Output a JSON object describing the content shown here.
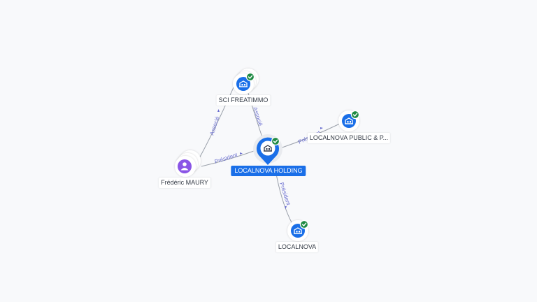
{
  "nodes": {
    "sci": {
      "label": "SCI FREATIMMO",
      "type": "company",
      "verified": true
    },
    "holding": {
      "label": "LOCALNOVA HOLDING",
      "type": "company",
      "verified": true,
      "selected": true
    },
    "public": {
      "label": "LOCALNOVA PUBLIC & P...",
      "type": "company",
      "verified": true
    },
    "frederic": {
      "label": "Frédéric MAURY",
      "type": "person",
      "verified": false
    },
    "localnova": {
      "label": "LOCALNOVA",
      "type": "company",
      "verified": true
    }
  },
  "edges": {
    "frederic_sci": {
      "label": "Associé"
    },
    "sci_holding": {
      "label": "Associé"
    },
    "frederic_holding": {
      "label": "Président"
    },
    "holding_public": {
      "label": "Président"
    },
    "holding_localnova": {
      "label": "Président"
    }
  },
  "icons": {
    "company": "building-icon",
    "person": "person-icon",
    "verified": "verified-check-icon"
  },
  "colors": {
    "company": "#1a6fe8",
    "person": "#8a55e6",
    "verified": "#1e8a43",
    "selected_label_bg": "#1a6fe8",
    "edge_label": "#6b6fd0",
    "edge": "#9aa0aa"
  }
}
